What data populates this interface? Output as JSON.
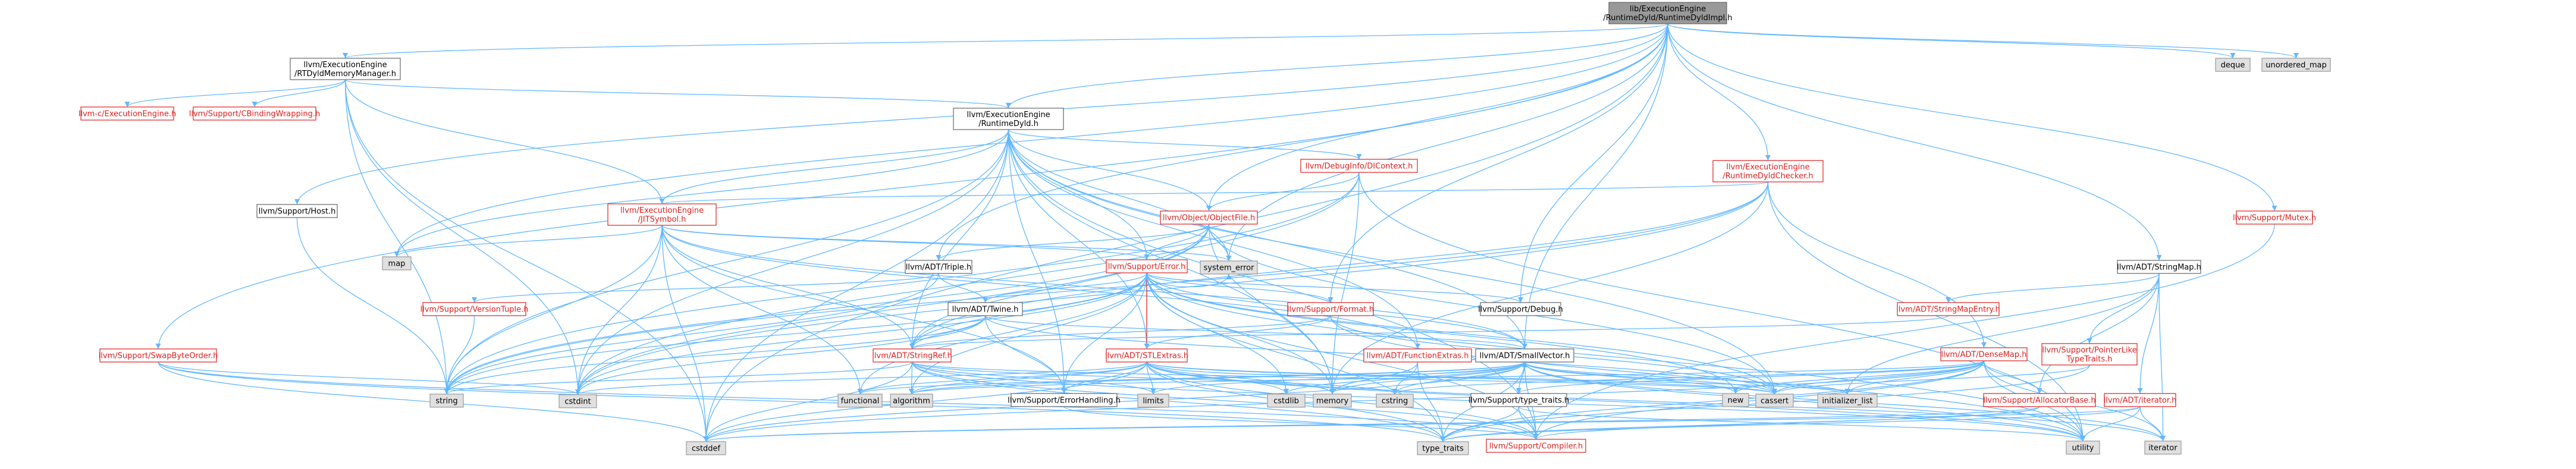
{
  "nodes": [
    {
      "id": "root",
      "kind": "root",
      "lines": [
        "lib/ExecutionEngine",
        "/RuntimeDyld/RuntimeDyldImpl.h"
      ]
    },
    {
      "id": "rtdyldmm",
      "kind": "white",
      "lines": [
        "llvm/ExecutionEngine",
        "/RTDyldMemoryManager.h"
      ]
    },
    {
      "id": "cexec",
      "kind": "red",
      "lines": [
        "llvm-c/ExecutionEngine.h"
      ]
    },
    {
      "id": "cbinding",
      "kind": "red",
      "lines": [
        "llvm/Support/CBindingWrapping.h"
      ]
    },
    {
      "id": "runtimedyld",
      "kind": "white",
      "lines": [
        "llvm/ExecutionEngine",
        "/RuntimeDyld.h"
      ]
    },
    {
      "id": "rdchecker",
      "kind": "red",
      "lines": [
        "llvm/ExecutionEngine",
        "/RuntimeDyldChecker.h"
      ]
    },
    {
      "id": "host",
      "kind": "white",
      "lines": [
        "llvm/Support/Host.h"
      ]
    },
    {
      "id": "jitsymbol",
      "kind": "red",
      "lines": [
        "llvm/ExecutionEngine",
        "/JITSymbol.h"
      ]
    },
    {
      "id": "dicontext",
      "kind": "red",
      "lines": [
        "llvm/DebugInfo/DIContext.h"
      ]
    },
    {
      "id": "objectfile",
      "kind": "red",
      "lines": [
        "llvm/Object/ObjectFile.h"
      ]
    },
    {
      "id": "mutex",
      "kind": "red",
      "lines": [
        "llvm/Support/Mutex.h"
      ]
    },
    {
      "id": "triple",
      "kind": "white",
      "lines": [
        "llvm/ADT/Triple.h"
      ]
    },
    {
      "id": "error",
      "kind": "red",
      "lines": [
        "llvm/Support/Error.h"
      ]
    },
    {
      "id": "stringmap",
      "kind": "white",
      "lines": [
        "llvm/ADT/StringMap.h"
      ]
    },
    {
      "id": "versiontuple",
      "kind": "red",
      "lines": [
        "llvm/Support/VersionTuple.h"
      ]
    },
    {
      "id": "twine",
      "kind": "white",
      "lines": [
        "llvm/ADT/Twine.h"
      ]
    },
    {
      "id": "format",
      "kind": "red",
      "lines": [
        "llvm/Support/Format.h"
      ]
    },
    {
      "id": "debug",
      "kind": "white",
      "lines": [
        "llvm/Support/Debug.h"
      ]
    },
    {
      "id": "stringmapentry",
      "kind": "red",
      "lines": [
        "llvm/ADT/StringMapEntry.h"
      ]
    },
    {
      "id": "swapbyteorder",
      "kind": "red",
      "lines": [
        "llvm/Support/SwapByteOrder.h"
      ]
    },
    {
      "id": "stringref",
      "kind": "red",
      "lines": [
        "llvm/ADT/StringRef.h"
      ]
    },
    {
      "id": "stlextras",
      "kind": "red",
      "lines": [
        "llvm/ADT/STLExtras.h"
      ]
    },
    {
      "id": "functionextras",
      "kind": "red",
      "lines": [
        "llvm/ADT/FunctionExtras.h"
      ]
    },
    {
      "id": "smallvector",
      "kind": "white",
      "lines": [
        "llvm/ADT/SmallVector.h"
      ]
    },
    {
      "id": "densemap",
      "kind": "red",
      "lines": [
        "llvm/ADT/DenseMap.h"
      ]
    },
    {
      "id": "pointerlike",
      "kind": "red",
      "lines": [
        "llvm/Support/PointerLike",
        "TypeTraits.h"
      ]
    },
    {
      "id": "errorhandling",
      "kind": "white",
      "lines": [
        "llvm/Support/ErrorHandling.h"
      ]
    },
    {
      "id": "typetraits",
      "kind": "white",
      "lines": [
        "llvm/Support/type_traits.h"
      ]
    },
    {
      "id": "allocatorbase",
      "kind": "red",
      "lines": [
        "llvm/Support/AllocatorBase.h"
      ]
    },
    {
      "id": "iteratorh",
      "kind": "red",
      "lines": [
        "llvm/ADT/iterator.h"
      ]
    },
    {
      "id": "compiler",
      "kind": "red",
      "lines": [
        "llvm/Support/Compiler.h"
      ]
    },
    {
      "id": "deque",
      "kind": "gray",
      "lines": [
        "deque"
      ]
    },
    {
      "id": "unordered_map",
      "kind": "gray",
      "lines": [
        "unordered_map"
      ]
    },
    {
      "id": "map",
      "kind": "gray",
      "lines": [
        "map"
      ]
    },
    {
      "id": "system_error",
      "kind": "gray",
      "lines": [
        "system_error"
      ]
    },
    {
      "id": "string",
      "kind": "gray",
      "lines": [
        "string"
      ]
    },
    {
      "id": "cstdint",
      "kind": "gray",
      "lines": [
        "cstdint"
      ]
    },
    {
      "id": "functional",
      "kind": "gray",
      "lines": [
        "functional"
      ]
    },
    {
      "id": "algorithm",
      "kind": "gray",
      "lines": [
        "algorithm"
      ]
    },
    {
      "id": "limits",
      "kind": "gray",
      "lines": [
        "limits"
      ]
    },
    {
      "id": "cstdlib",
      "kind": "gray",
      "lines": [
        "cstdlib"
      ]
    },
    {
      "id": "memory",
      "kind": "gray",
      "lines": [
        "memory"
      ]
    },
    {
      "id": "cstring",
      "kind": "gray",
      "lines": [
        "cstring"
      ]
    },
    {
      "id": "new",
      "kind": "gray",
      "lines": [
        "new"
      ]
    },
    {
      "id": "cassert",
      "kind": "gray",
      "lines": [
        "cassert"
      ]
    },
    {
      "id": "initializer_list",
      "kind": "gray",
      "lines": [
        "initializer_list"
      ]
    },
    {
      "id": "cstddef",
      "kind": "gray",
      "lines": [
        "cstddef"
      ]
    },
    {
      "id": "type_traits",
      "kind": "gray",
      "lines": [
        "type_traits"
      ]
    },
    {
      "id": "utility",
      "kind": "gray",
      "lines": [
        "utility"
      ]
    },
    {
      "id": "iterator",
      "kind": "gray",
      "lines": [
        "iterator"
      ]
    }
  ],
  "edges": [
    [
      "root",
      "rtdyldmm"
    ],
    [
      "root",
      "runtimedyld"
    ],
    [
      "root",
      "rdchecker"
    ],
    [
      "root",
      "objectfile"
    ],
    [
      "root",
      "mutex"
    ],
    [
      "root",
      "triple"
    ],
    [
      "root",
      "stringmap"
    ],
    [
      "root",
      "swapbyteorder"
    ],
    [
      "root",
      "debug"
    ],
    [
      "root",
      "smallvector"
    ],
    [
      "root",
      "deque"
    ],
    [
      "root",
      "unordered_map"
    ],
    [
      "root",
      "map"
    ],
    [
      "root",
      "system_error"
    ],
    [
      "root",
      "host"
    ],
    [
      "root",
      "format"
    ],
    [
      "root",
      "cstddef"
    ],
    [
      "rtdyldmm",
      "cexec"
    ],
    [
      "rtdyldmm",
      "cbinding"
    ],
    [
      "rtdyldmm",
      "runtimedyld"
    ],
    [
      "rtdyldmm",
      "jitsymbol"
    ],
    [
      "rtdyldmm",
      "cstddef"
    ],
    [
      "rtdyldmm",
      "cstdint"
    ],
    [
      "rtdyldmm",
      "string"
    ],
    [
      "runtimedyld",
      "jitsymbol"
    ],
    [
      "runtimedyld",
      "dicontext"
    ],
    [
      "runtimedyld",
      "objectfile"
    ],
    [
      "runtimedyld",
      "error"
    ],
    [
      "runtimedyld",
      "stringref"
    ],
    [
      "runtimedyld",
      "stlextras"
    ],
    [
      "runtimedyld",
      "functionextras"
    ],
    [
      "runtimedyld",
      "map"
    ],
    [
      "runtimedyld",
      "memory"
    ],
    [
      "runtimedyld",
      "string"
    ],
    [
      "runtimedyld",
      "system_error"
    ],
    [
      "runtimedyld",
      "cstdint"
    ],
    [
      "runtimedyld",
      "cstddef"
    ],
    [
      "runtimedyld",
      "smallvector"
    ],
    [
      "runtimedyld",
      "cassert"
    ],
    [
      "runtimedyld",
      "errorhandling"
    ],
    [
      "runtimedyld",
      "compiler"
    ],
    [
      "rdchecker",
      "jitsymbol"
    ],
    [
      "rdchecker",
      "densemap"
    ],
    [
      "rdchecker",
      "stringref"
    ],
    [
      "rdchecker",
      "cstdint"
    ],
    [
      "rdchecker",
      "memory"
    ],
    [
      "rdchecker",
      "string"
    ],
    [
      "rdchecker",
      "utility"
    ],
    [
      "host",
      "string"
    ],
    [
      "jitsymbol",
      "error"
    ],
    [
      "jitsymbol",
      "functionextras"
    ],
    [
      "jitsymbol",
      "smallvector"
    ],
    [
      "jitsymbol",
      "stringref"
    ],
    [
      "jitsymbol",
      "errorhandling"
    ],
    [
      "jitsymbol",
      "cstddef"
    ],
    [
      "jitsymbol",
      "cstdint"
    ],
    [
      "jitsymbol",
      "functional"
    ],
    [
      "jitsymbol",
      "map"
    ],
    [
      "jitsymbol",
      "set"
    ],
    [
      "jitsymbol",
      "string"
    ],
    [
      "jitsymbol",
      "system_error"
    ],
    [
      "dicontext",
      "objectfile"
    ],
    [
      "dicontext",
      "memory"
    ],
    [
      "dicontext",
      "cstdint"
    ],
    [
      "dicontext",
      "string"
    ],
    [
      "dicontext",
      "tuple"
    ],
    [
      "dicontext",
      "utility"
    ],
    [
      "objectfile",
      "triple"
    ],
    [
      "objectfile",
      "error"
    ],
    [
      "objectfile",
      "stringref"
    ],
    [
      "objectfile",
      "memory"
    ],
    [
      "objectfile",
      "system_error"
    ],
    [
      "objectfile",
      "cassert"
    ],
    [
      "objectfile",
      "cstdint"
    ],
    [
      "objectfile",
      "string"
    ],
    [
      "mutex",
      "compiler"
    ],
    [
      "triple",
      "twine"
    ],
    [
      "triple",
      "versiontuple"
    ],
    [
      "triple",
      "string"
    ],
    [
      "error",
      "stlextras"
    ],
    [
      "error",
      "smallvector"
    ],
    [
      "error",
      "stringref"
    ],
    [
      "error",
      "twine"
    ],
    [
      "error",
      "format"
    ],
    [
      "error",
      "debug"
    ],
    [
      "error",
      "errorhandling"
    ],
    [
      "error",
      "compiler"
    ],
    [
      "error",
      "algorithm"
    ],
    [
      "error",
      "cassert"
    ],
    [
      "error",
      "cstdint"
    ],
    [
      "error",
      "cstdlib"
    ],
    [
      "error",
      "functional"
    ],
    [
      "error",
      "memory"
    ],
    [
      "error",
      "new"
    ],
    [
      "error",
      "string"
    ],
    [
      "error",
      "system_error"
    ],
    [
      "error",
      "type_traits"
    ],
    [
      "error",
      "utility"
    ],
    [
      "error",
      "abi"
    ],
    [
      "stringmap",
      "stringmapentry"
    ],
    [
      "stringmap",
      "iteratorh"
    ],
    [
      "stringmap",
      "allocatorbase"
    ],
    [
      "stringmap",
      "pointerlike"
    ],
    [
      "stringmap",
      "initializer_list"
    ],
    [
      "stringmap",
      "iterator"
    ],
    [
      "versiontuple",
      "string"
    ],
    [
      "twine",
      "smallvector"
    ],
    [
      "twine",
      "stringref"
    ],
    [
      "twine",
      "errorhandling"
    ],
    [
      "twine",
      "cassert"
    ],
    [
      "twine",
      "cstdint"
    ],
    [
      "twine",
      "string"
    ],
    [
      "format",
      "stlextras"
    ],
    [
      "format",
      "stringref"
    ],
    [
      "format",
      "cassert"
    ],
    [
      "format",
      "cstdio"
    ],
    [
      "format",
      "tuple"
    ],
    [
      "format",
      "utility"
    ],
    [
      "debug",
      "raw"
    ],
    [
      "stringmapentry",
      "stringref"
    ],
    [
      "swapbyteorder",
      "cstddef"
    ],
    [
      "swapbyteorder",
      "cstdint"
    ],
    [
      "swapbyteorder",
      "type_traits"
    ],
    [
      "swapbyteorder",
      "compiler"
    ],
    [
      "stringref",
      "stlfunctional"
    ],
    [
      "stringref",
      "compiler"
    ],
    [
      "stringref",
      "algorithm"
    ],
    [
      "stringref",
      "cassert"
    ],
    [
      "stringref",
      "cstddef"
    ],
    [
      "stringref",
      "cstring"
    ],
    [
      "stringref",
      "limits"
    ],
    [
      "stringref",
      "string"
    ],
    [
      "stringref",
      "type_traits"
    ],
    [
      "stringref",
      "utility"
    ],
    [
      "stlextras",
      "errorhandling"
    ],
    [
      "stlextras",
      "smallvector"
    ],
    [
      "stlextras",
      "compiler"
    ],
    [
      "stlextras",
      "algorithm"
    ],
    [
      "stlextras",
      "cassert"
    ],
    [
      "stlextras",
      "cstddef"
    ],
    [
      "stlextras",
      "cstdint"
    ],
    [
      "stlextras",
      "cstdlib"
    ],
    [
      "stlextras",
      "functional"
    ],
    [
      "stlextras",
      "initializer_list"
    ],
    [
      "stlextras",
      "iterator"
    ],
    [
      "stlextras",
      "limits"
    ],
    [
      "stlextras",
      "memory"
    ],
    [
      "stlextras",
      "tuple"
    ],
    [
      "stlextras",
      "type_traits"
    ],
    [
      "stlextras",
      "utility"
    ],
    [
      "functionextras",
      "memory"
    ],
    [
      "functionextras",
      "type_traits"
    ],
    [
      "functionextras",
      "cstring"
    ],
    [
      "smallvector",
      "compiler"
    ],
    [
      "smallvector",
      "typetraits"
    ],
    [
      "smallvector",
      "algorithm"
    ],
    [
      "smallvector",
      "cassert"
    ],
    [
      "smallvector",
      "cstddef"
    ],
    [
      "smallvector",
      "cstdlib"
    ],
    [
      "smallvector",
      "cstring"
    ],
    [
      "smallvector",
      "functional"
    ],
    [
      "smallvector",
      "initializer_list"
    ],
    [
      "smallvector",
      "iterator"
    ],
    [
      "smallvector",
      "limits"
    ],
    [
      "smallvector",
      "memory"
    ],
    [
      "smallvector",
      "new"
    ],
    [
      "smallvector",
      "type_traits"
    ],
    [
      "smallvector",
      "utility"
    ],
    [
      "densemap",
      "allocatorbase"
    ],
    [
      "densemap",
      "compiler"
    ],
    [
      "densemap",
      "typetraits"
    ],
    [
      "densemap",
      "algorithm"
    ],
    [
      "densemap",
      "cassert"
    ],
    [
      "densemap",
      "cstddef"
    ],
    [
      "densemap",
      "cstring"
    ],
    [
      "densemap",
      "initializer_list"
    ],
    [
      "densemap",
      "iterator"
    ],
    [
      "densemap",
      "new"
    ],
    [
      "densemap",
      "type_traits"
    ],
    [
      "densemap",
      "utility"
    ],
    [
      "pointerlike",
      "cassert"
    ],
    [
      "pointerlike",
      "type_traits"
    ],
    [
      "errorhandling",
      "compiler"
    ],
    [
      "typetraits",
      "compiler"
    ],
    [
      "typetraits",
      "type_traits"
    ],
    [
      "typetraits",
      "utility"
    ],
    [
      "allocatorbase",
      "compiler"
    ],
    [
      "allocatorbase",
      "cstddef"
    ],
    [
      "allocatorbase",
      "type_traits"
    ],
    [
      "iteratorh",
      "iterator"
    ],
    [
      "iteratorh",
      "cstddef"
    ],
    [
      "iteratorh",
      "type_traits"
    ],
    [
      "iteratorh",
      "utility"
    ]
  ]
}
